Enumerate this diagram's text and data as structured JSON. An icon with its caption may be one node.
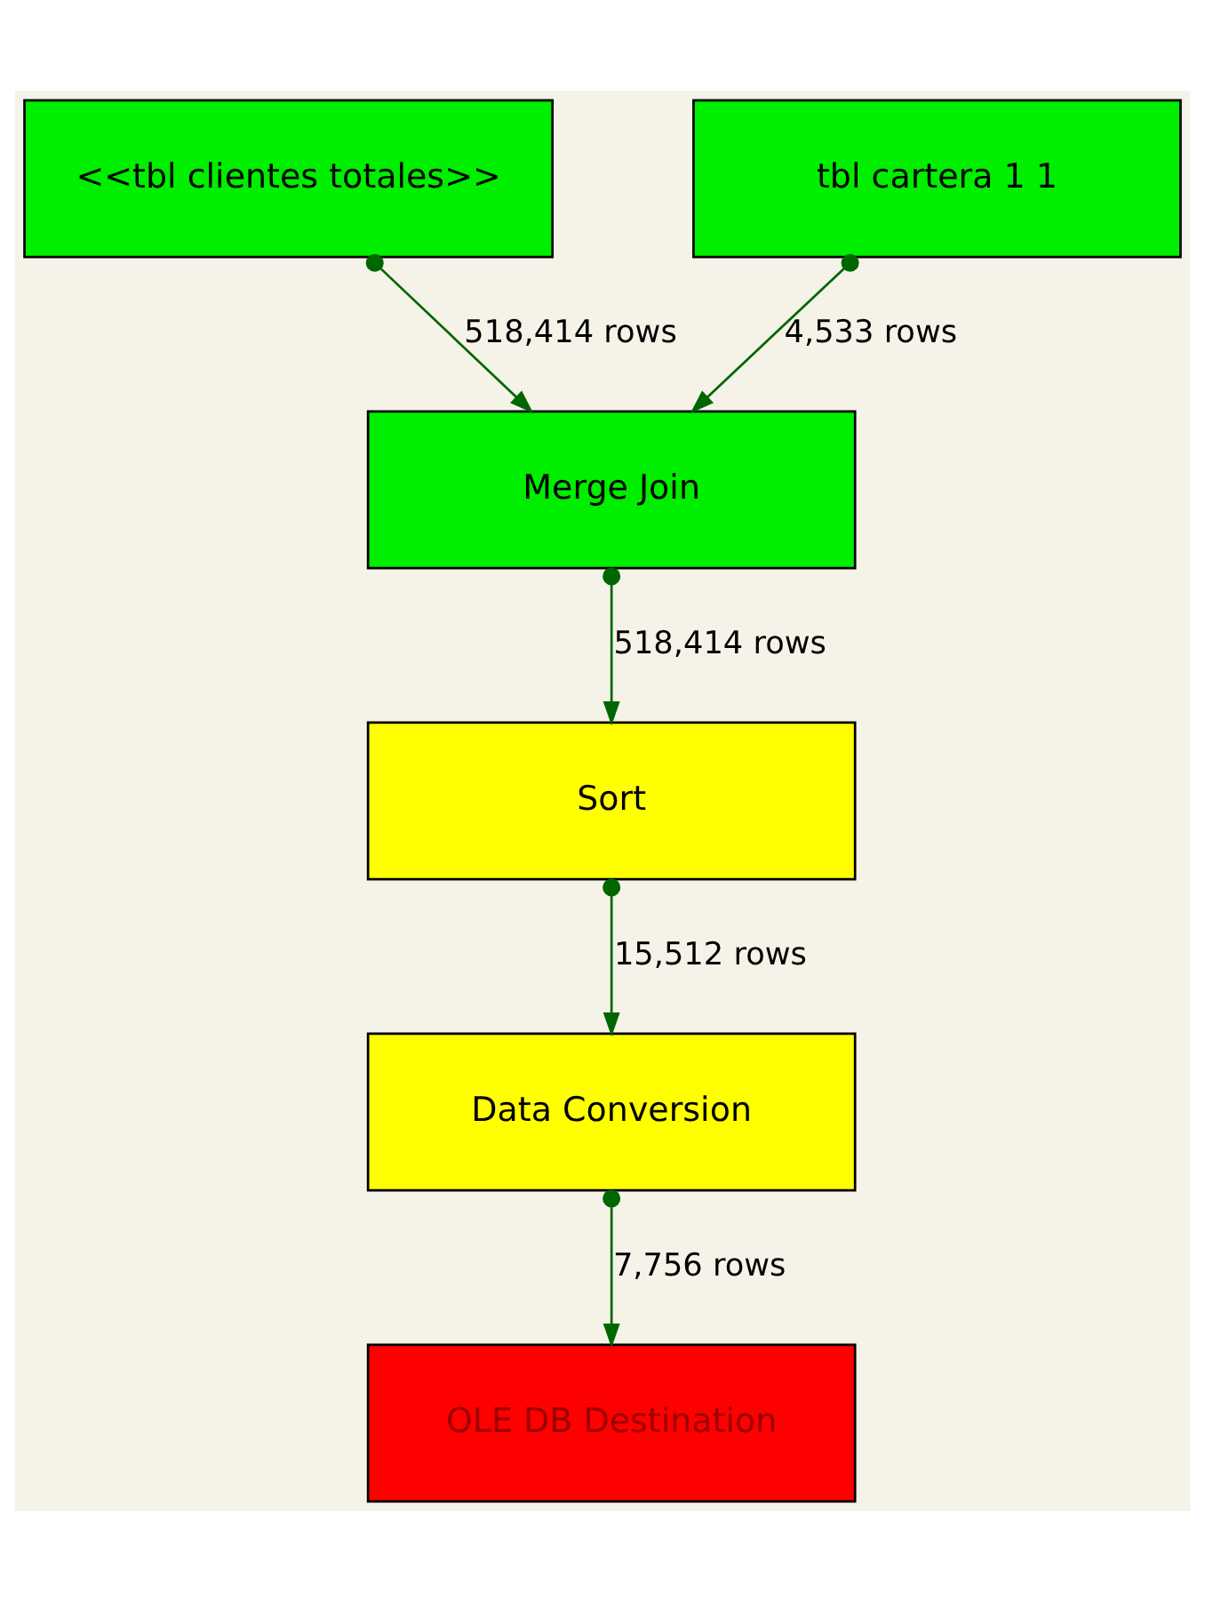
{
  "diagram": {
    "nodes": [
      {
        "text": [
          "<<tbl clientes totales>>"
        ]
      },
      {
        "text": [
          "tbl cartera 1 1"
        ]
      },
      {
        "text": [
          "Merge Join"
        ]
      },
      {
        "text": [
          "Sort"
        ]
      },
      {
        "text": [
          "Data Conversion"
        ]
      },
      {
        "text": [
          "OLE DB Destination"
        ]
      }
    ],
    "edges": [
      {
        "from": 0,
        "to": 2,
        "arrow": "to",
        "label": "518,414 rows"
      },
      {
        "from": 1,
        "to": 2,
        "arrow": "to",
        "label": "4,533 rows"
      },
      {
        "from": 2,
        "to": 3,
        "arrow": "to",
        "label": "518,414 rows"
      },
      {
        "from": 3,
        "to": 4,
        "arrow": "to",
        "label": "15,512 rows"
      },
      {
        "from": 4,
        "to": 5,
        "arrow": "to",
        "label": "7,756 rows"
      }
    ]
  }
}
